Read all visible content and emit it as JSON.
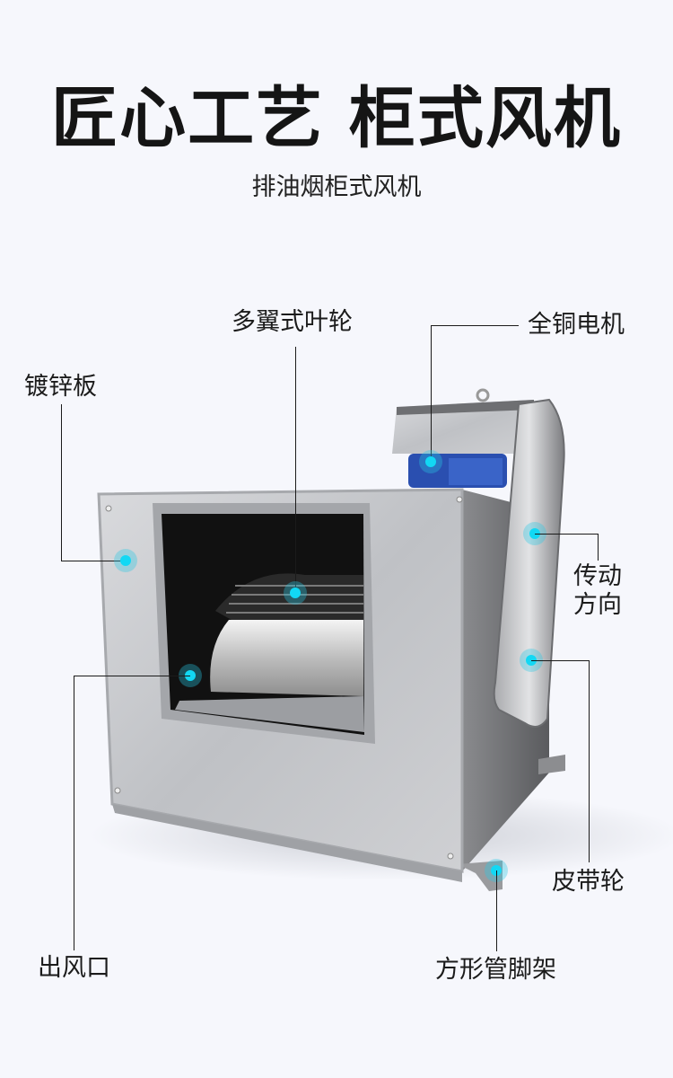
{
  "header": {
    "title": "匠心工艺 柜式风机",
    "subtitle": "排油烟柜式风机"
  },
  "callouts": [
    {
      "id": "impeller",
      "label": "多翼式叶轮"
    },
    {
      "id": "motor",
      "label": "全铜电机"
    },
    {
      "id": "panel",
      "label": "镀锌板"
    },
    {
      "id": "direction",
      "label_line1": "传动",
      "label_line2": "方向"
    },
    {
      "id": "pulley",
      "label": "皮带轮"
    },
    {
      "id": "outlet",
      "label": "出风口"
    },
    {
      "id": "stand",
      "label": "方形管脚架"
    }
  ],
  "colors": {
    "background": "#f6f7fc",
    "accent_dot": "#12d8f4",
    "motor_blue": "#2a4fb0"
  }
}
